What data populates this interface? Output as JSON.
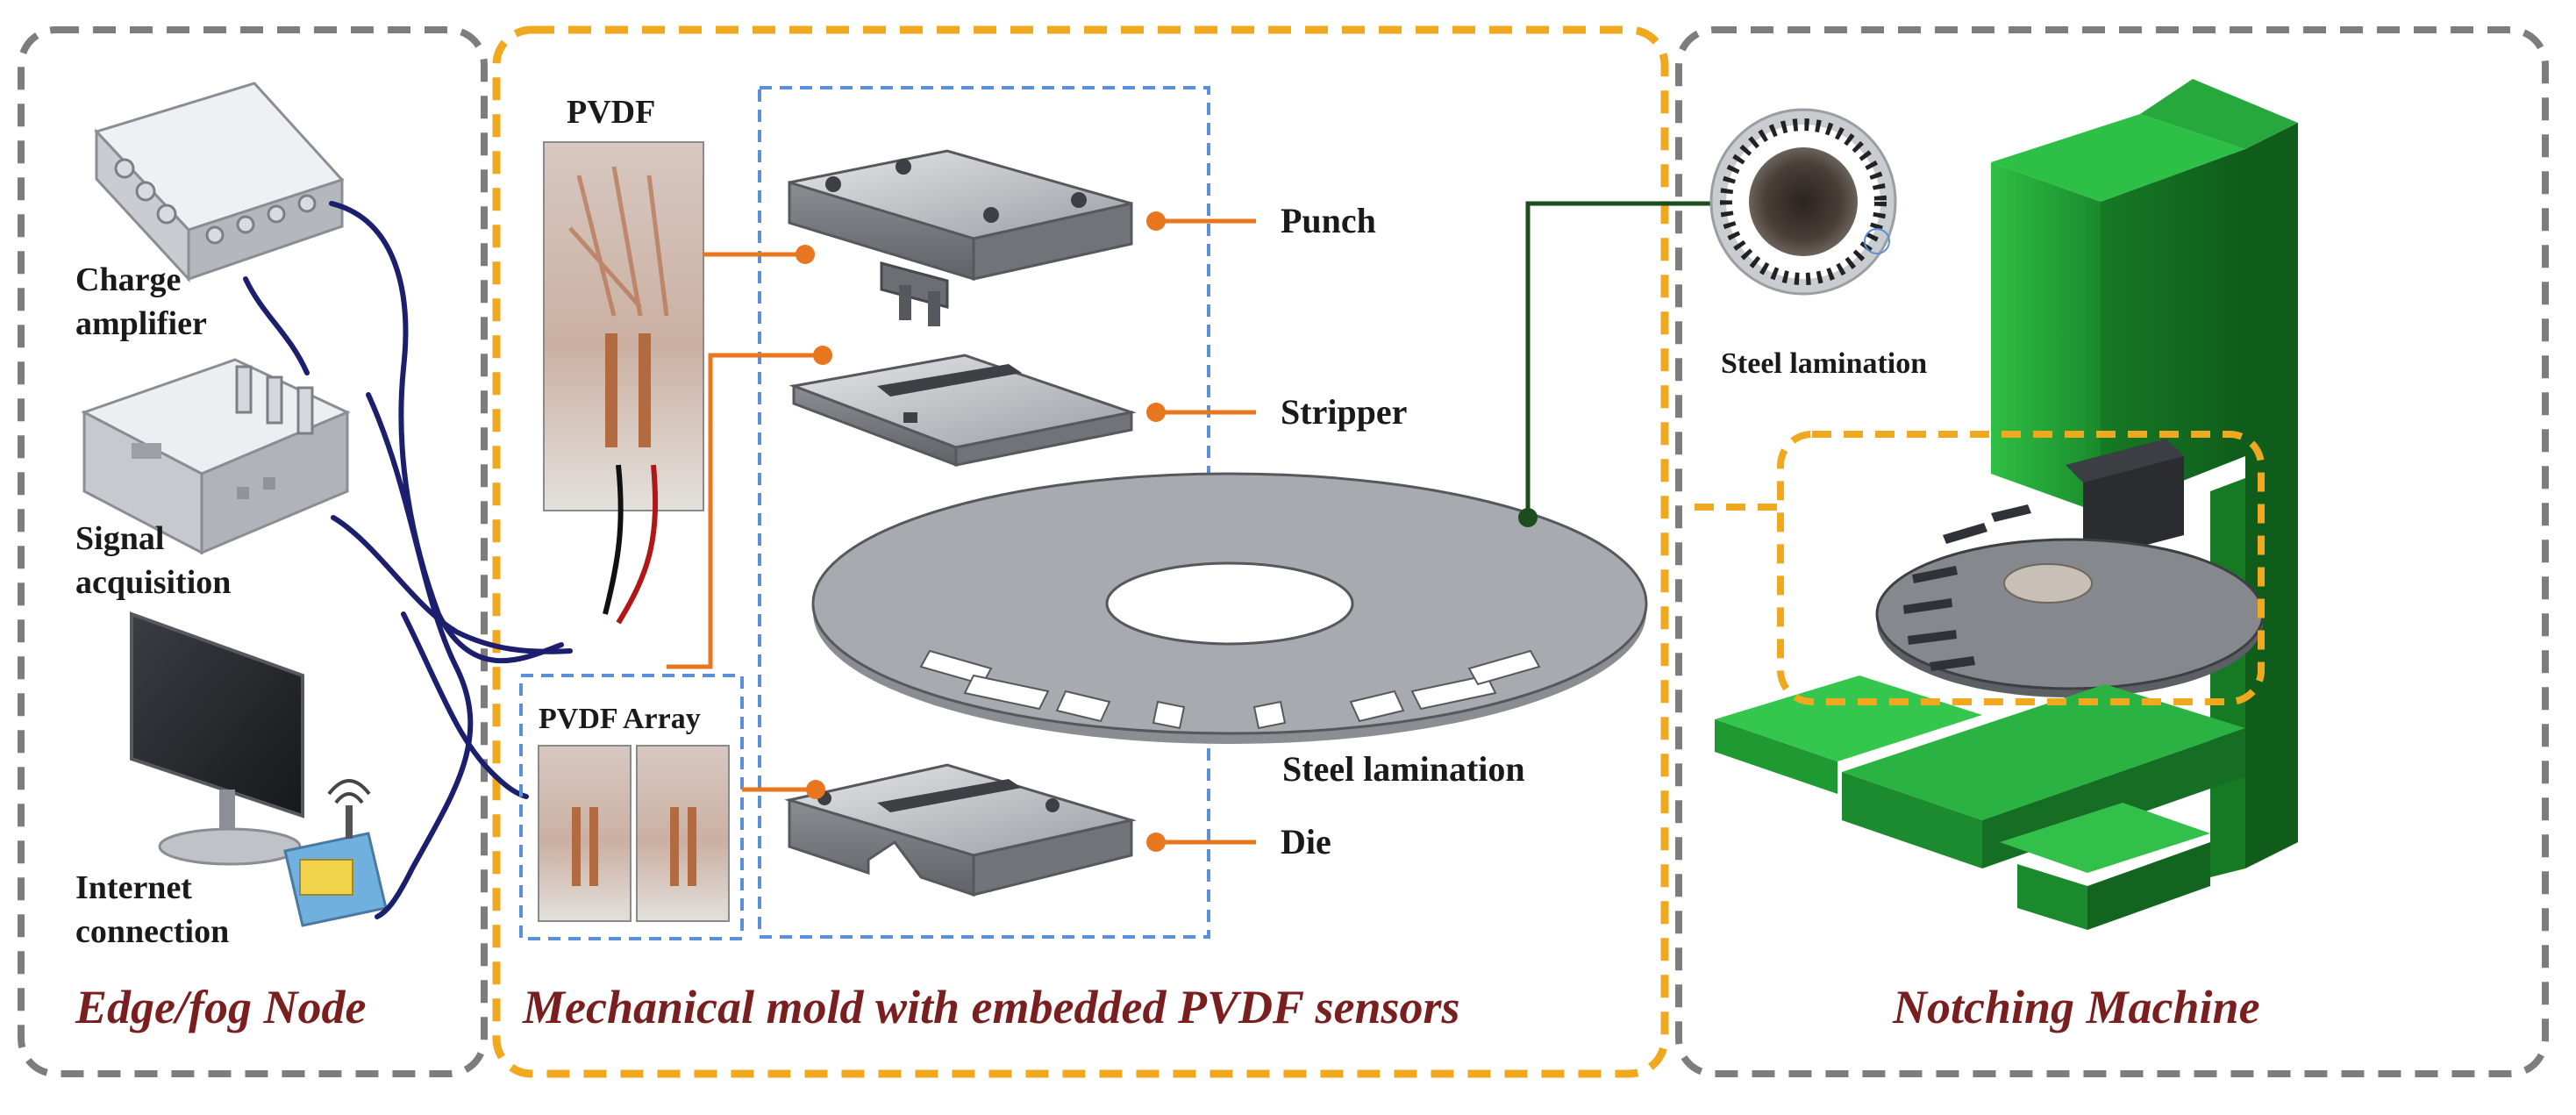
{
  "panels": {
    "edge": {
      "title": "Edge/fog Node",
      "charge_amplifier": [
        "Charge",
        "amplifier"
      ],
      "signal_acquisition": [
        "Signal",
        "acquisition"
      ],
      "internet_connection": [
        "Internet",
        "connection"
      ]
    },
    "mold": {
      "title": "Mechanical mold with embedded PVDF sensors",
      "pvdf": "PVDF",
      "pvdf_array": "PVDF Array",
      "punch": "Punch",
      "stripper": "Stripper",
      "steel_lamination": "Steel lamination",
      "die": "Die"
    },
    "machine": {
      "title": "Notching Machine",
      "steel_lamination": "Steel lamination"
    }
  },
  "colors": {
    "gray_border": "#7d7d7d",
    "orange_border": "#f0a81e",
    "blue_border": "#5b8fd9",
    "leader_orange": "#e8761e",
    "cable_navy": "#1c1f6e",
    "dark_green": "#1c4d1c",
    "machine_green": "#1f9a33",
    "title_red": "#7a1f1f"
  }
}
